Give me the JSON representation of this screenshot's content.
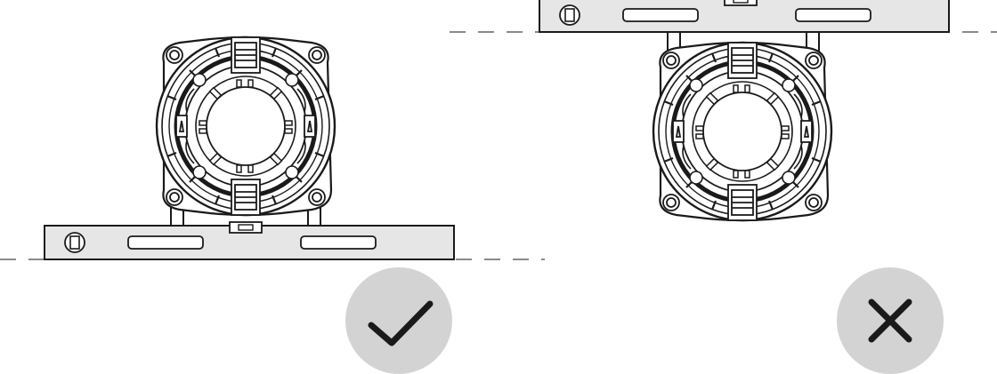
{
  "panels": [
    {
      "id": "correct",
      "level_position": "below",
      "verdict": "correct",
      "verdict_icon": "checkmark-icon"
    },
    {
      "id": "incorrect",
      "level_position": "above",
      "verdict": "incorrect",
      "verdict_icon": "cross-icon"
    }
  ],
  "colors": {
    "stroke": "#1a1a1a",
    "level_fill": "#e6e6e6",
    "badge_fill": "#d3d3d3",
    "dashed_line": "#8a8a8a",
    "background": "#ffffff"
  }
}
